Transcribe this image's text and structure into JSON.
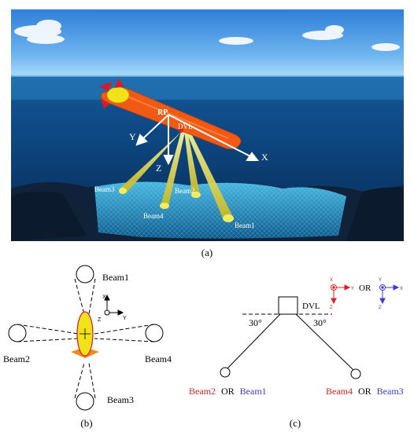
{
  "panel_a": {
    "label": "(a)",
    "axes": {
      "x": "X",
      "y": "Y",
      "z": "Z"
    },
    "origin_label": "RP",
    "dvl_label": "DVL",
    "beams": [
      "Beam1",
      "Beam2",
      "Beam3",
      "Beam4"
    ]
  },
  "panel_b": {
    "label": "(b)",
    "beams": {
      "top": "Beam1",
      "left": "Beam2",
      "bottom": "Beam3",
      "right": "Beam4"
    },
    "axes": {
      "x": "X",
      "y": "Y",
      "z": "Z"
    }
  },
  "panel_c": {
    "label": "(c)",
    "dvl_label": "DVL",
    "angle_left": "30°",
    "angle_right": "30°",
    "or_text": "OR",
    "frame_red": {
      "x": "X",
      "y": "Y",
      "z": "Z"
    },
    "frame_blue": {
      "x": "X",
      "y": "Y",
      "z": "Z"
    },
    "left_beam": {
      "primary": "Beam2",
      "or": "OR",
      "alt": "Beam1"
    },
    "right_beam": {
      "primary": "Beam4",
      "or": "OR",
      "alt": "Beam3"
    }
  },
  "colors": {
    "red": "#e02020",
    "blue": "#3b3bd6",
    "vehicle": "#f05a14",
    "beam": "#e8e040"
  }
}
